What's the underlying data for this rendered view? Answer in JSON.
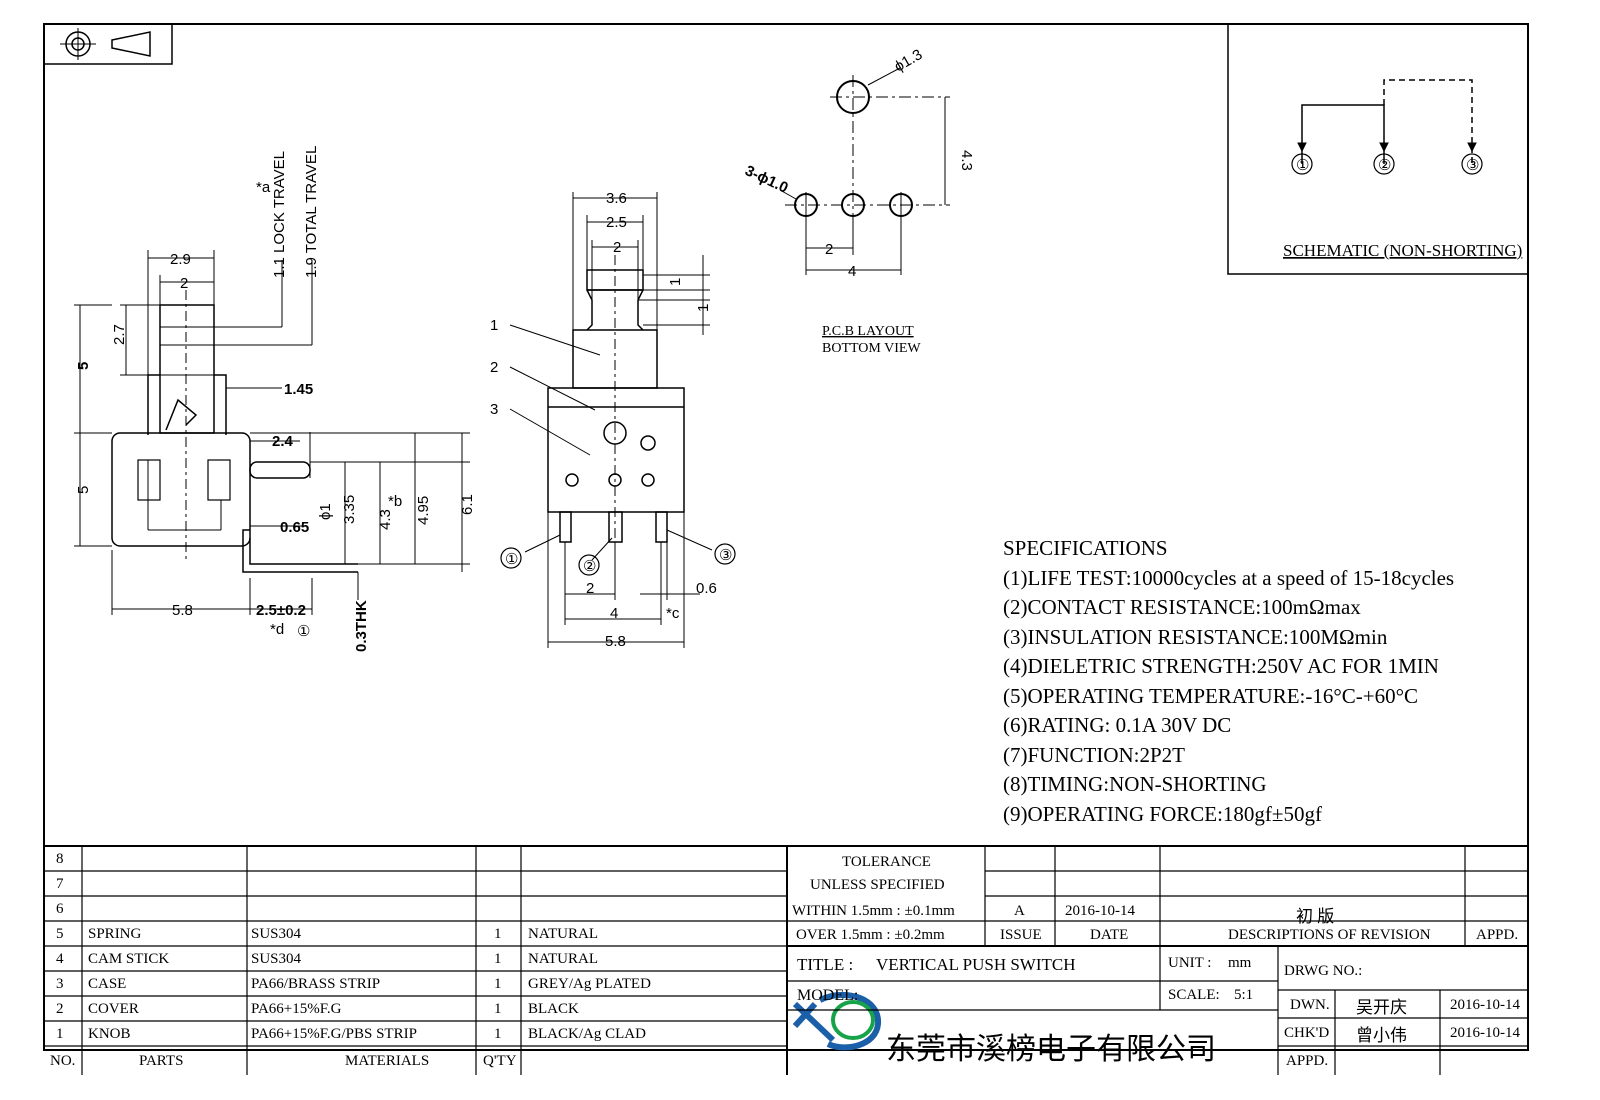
{
  "pcb": {
    "title_line1": "P.C.B LAYOUT",
    "title_line2": "BOTTOM VIEW",
    "dim_hole_large": "ϕ1.3",
    "dim_holes_small": "3-ϕ1.0",
    "dim_pitch": "2",
    "dim_span": "4",
    "dim_height": "4.3"
  },
  "schematic": {
    "title": "SCHEMATIC (NON-SHORTING)",
    "pins": [
      "①",
      "②",
      "③"
    ]
  },
  "side_view": {
    "dims": {
      "w29": "2.9",
      "w2": "2",
      "h27": "2.7",
      "h5_top": "5",
      "h5_bottom": "5",
      "d145": "1.45",
      "d24": "2.4",
      "d065": "0.65",
      "d1": "ϕ1",
      "d335": "3.35",
      "d43b": "4.3",
      "b_mark": "*b",
      "d495": "4.95",
      "d61": "6.1",
      "d58": "5.8",
      "d25": "2.5±0.2",
      "thk": "0.3THK",
      "d_mark": "*d",
      "d_circle": "①"
    },
    "travel_a": "*a",
    "lock_travel": "1.1 LOCK TRAVEL",
    "total_travel": "1.9 TOTAL TRAVEL"
  },
  "front_view": {
    "dims": {
      "w36": "3.6",
      "w25": "2.5",
      "w2": "2",
      "h1a": "1",
      "h1b": "1",
      "p2": "2",
      "p06": "0.6",
      "p4": "4",
      "c_mark": "*c",
      "w58": "5.8"
    },
    "parts": [
      "1",
      "2",
      "3"
    ],
    "pins": [
      "①",
      "②",
      "③"
    ]
  },
  "specifications": {
    "title": "SPECIFICATIONS",
    "items": [
      "(1)LIFE TEST:10000cycles at a speed of 15-18cycles",
      "(2)CONTACT RESISTANCE:100mΩmax",
      "(3)INSULATION RESISTANCE:100MΩmin",
      "(4)DIELETRIC STRENGTH:250V AC FOR 1MIN",
      "(5)OPERATING TEMPERATURE:-16°C-+60°C",
      "(6)RATING: 0.1A 30V DC",
      "(7)FUNCTION:2P2T",
      "(8)TIMING:NON-SHORTING",
      "(9)OPERATING FORCE:180gf±50gf"
    ]
  },
  "bom": {
    "header": {
      "no": "NO.",
      "parts": "PARTS",
      "materials": "MATERIALS",
      "qty": "Q'TY"
    },
    "rows": [
      {
        "no": "8",
        "part": "",
        "material": "",
        "qty": "",
        "finish": ""
      },
      {
        "no": "7",
        "part": "",
        "material": "",
        "qty": "",
        "finish": ""
      },
      {
        "no": "6",
        "part": "",
        "material": "",
        "qty": "",
        "finish": ""
      },
      {
        "no": "5",
        "part": "SPRING",
        "material": "SUS304",
        "qty": "1",
        "finish": "NATURAL"
      },
      {
        "no": "4",
        "part": "CAM STICK",
        "material": "SUS304",
        "qty": "1",
        "finish": "NATURAL"
      },
      {
        "no": "3",
        "part": "CASE",
        "material": "PA66/BRASS STRIP",
        "qty": "1",
        "finish": "GREY/Ag PLATED"
      },
      {
        "no": "2",
        "part": "COVER",
        "material": "PA66+15%F.G",
        "qty": "1",
        "finish": "BLACK"
      },
      {
        "no": "1",
        "part": "KNOB",
        "material": "PA66+15%F.G/PBS STRIP",
        "qty": "1",
        "finish": "BLACK/Ag CLAD"
      }
    ]
  },
  "tolerance": {
    "line1": "TOLERANCE",
    "line2": "UNLESS  SPECIFIED",
    "line3": "WITHIN 1.5mm : ±0.1mm",
    "line4": "OVER 1.5mm : ±0.2mm"
  },
  "revision": {
    "issue": "A",
    "date": "2016-10-14",
    "desc": "初  版",
    "hdr_issue": "ISSUE",
    "hdr_date": "DATE",
    "hdr_desc": "DESCRIPTIONS OF REVISION",
    "hdr_appd": "APPD."
  },
  "title_block": {
    "title_label": "TITLE :",
    "title_value": "VERTICAL PUSH SWITCH",
    "unit_label": "UNIT :",
    "unit_value": "mm",
    "model_label": "MODEL:",
    "scale_label": "SCALE:",
    "scale_value": "5:1",
    "drwg_no_label": "DRWG NO.:",
    "dwn_label": "DWN.",
    "dwn_name": "吴开庆",
    "dwn_date": "2016-10-14",
    "chkd_label": "CHK'D",
    "chkd_name": "曾小伟",
    "chkd_date": "2016-10-14",
    "appd_label": "APPD.",
    "company": "东莞市溪榜电子有限公司"
  }
}
